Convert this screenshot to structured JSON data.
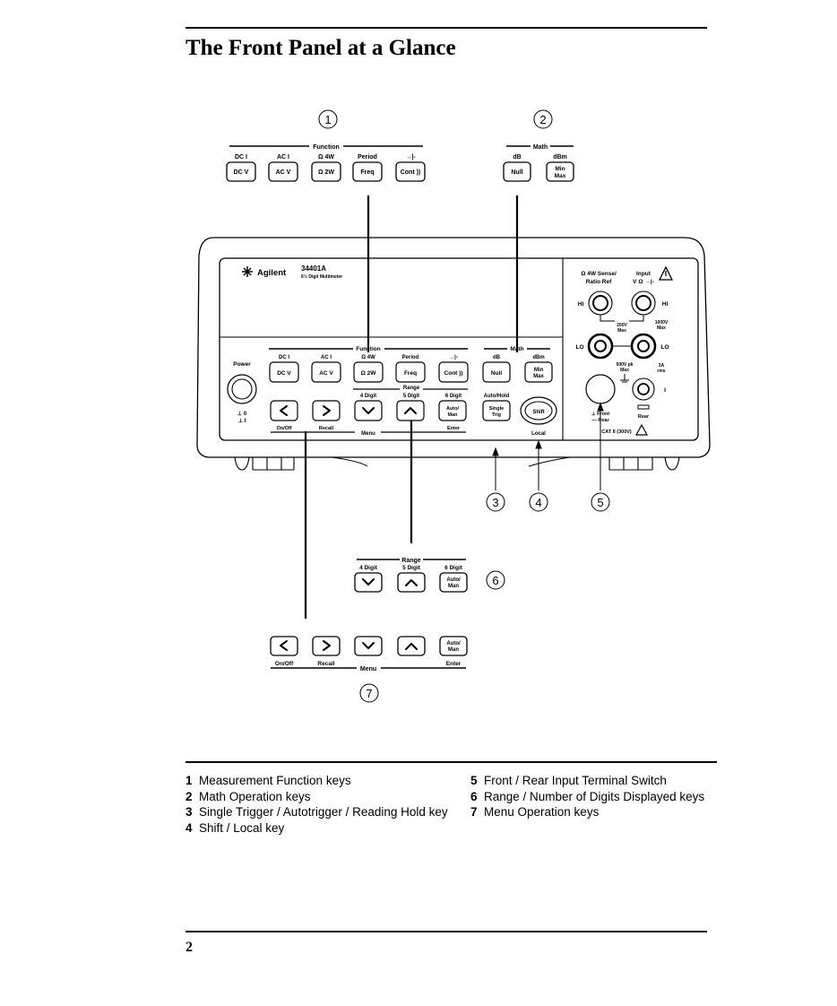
{
  "header": {
    "title": "The Front Panel at a Glance"
  },
  "figure": {
    "callouts": [
      "1",
      "2",
      "3",
      "4",
      "5",
      "6",
      "7"
    ],
    "brand": "Agilent",
    "model": "34401A",
    "model_sub": "6½ Digit Multimeter",
    "function_group": "Function",
    "function_shifted": [
      "DC I",
      "AC I",
      "Ω 4W",
      "Period",
      "→|-"
    ],
    "function_keys": [
      "DC V",
      "AC V",
      "Ω 2W",
      "Freq",
      "Cont ))"
    ],
    "math_group": "Math",
    "math_shifted": [
      "dB",
      "dBm"
    ],
    "math_keys": [
      "Null",
      "Min Max"
    ],
    "range_group": "Range",
    "range_shifted": [
      "4 Digit",
      "5 Digit",
      "6 Digit"
    ],
    "auto_man": "Auto/ Man",
    "menu_group": "Menu",
    "menu_labels": [
      "On/Off",
      "Recall",
      "Enter"
    ],
    "power": "Power",
    "auto_hold": "Auto/Hold",
    "single_trig": "Single Trig",
    "shift": "Shift",
    "local": "Local",
    "terminal_left": "Ω 4W Sense/ Ratio Ref",
    "terminal_right": "Input V Ω →|-",
    "hi": "HI",
    "lo": "LO",
    "v200": "200V Max",
    "v1000": "1000V Max",
    "i500": "500V pk Max",
    "amp3": "3A rms",
    "i_label": "I",
    "front_rear": "Front / Rear",
    "rear": "Rear",
    "cat": "CAT II (300V)"
  },
  "legend": {
    "left": [
      {
        "num": "1",
        "text": "Measurement Function keys"
      },
      {
        "num": "2",
        "text": "Math Operation keys"
      },
      {
        "num": "3",
        "text": "Single Trigger / Autotrigger / Reading Hold key"
      },
      {
        "num": "4",
        "text": "Shift / Local key"
      }
    ],
    "right": [
      {
        "num": "5",
        "text": "Front / Rear Input Terminal Switch"
      },
      {
        "num": "6",
        "text": "Range / Number of Digits Displayed keys"
      },
      {
        "num": "7",
        "text": "Menu Operation keys"
      }
    ]
  },
  "footer": {
    "page_number": "2"
  }
}
